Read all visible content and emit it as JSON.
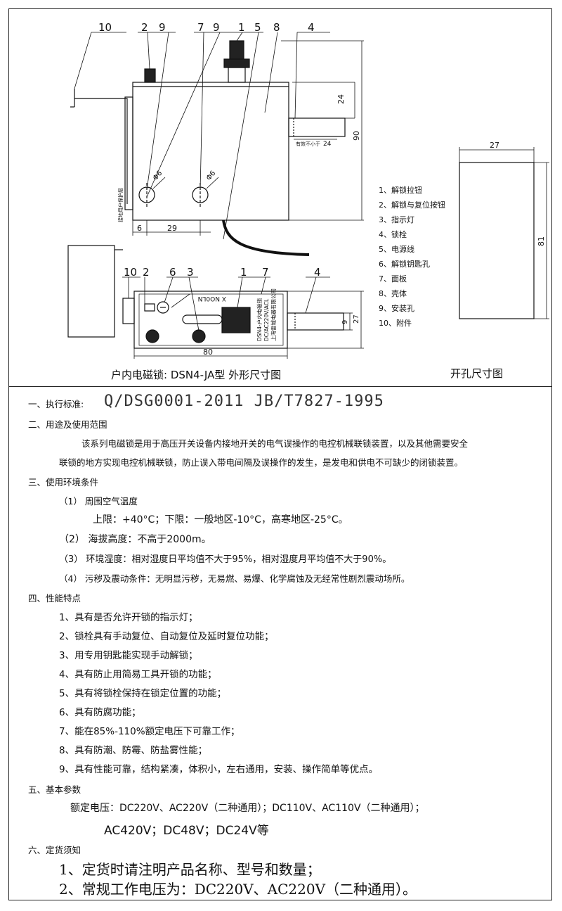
{
  "drawing": {
    "callouts_top": [
      "10",
      "2",
      "9",
      "7",
      "9",
      "1",
      "5",
      "8",
      "4"
    ],
    "callouts_front": [
      "10",
      "2",
      "6",
      "3",
      "1",
      "7",
      "4"
    ],
    "dims": {
      "d24": "24",
      "d90": "90",
      "d6a": "Φ6",
      "d6b": "Φ6",
      "d6": "6",
      "d29": "29",
      "d80": "80",
      "d9": "9",
      "d27r": "27",
      "cut_w": "27",
      "cut_h": "81"
    },
    "side_note": "有效不小于",
    "side_label": "接地用户保护层",
    "lid_text": "X NO0LN",
    "plate_text": [
      "DSN4-户内电磁锁",
      "DC/AC220V/ACL",
      "上海雷城电器有限公司"
    ],
    "legend": [
      "1、解锁拉钮",
      "2、解锁与复位按钮",
      "3、指示灯",
      "4、锁栓",
      "5、电源线",
      "6、解锁钥匙孔",
      "7、面板",
      "8、壳体",
      "9、安装孔",
      "10、附件"
    ],
    "caption_left": "户内电磁锁:  DSN4-JA型 外形尺寸图",
    "caption_right": "开孔尺寸图"
  },
  "spec": {
    "s1_label": "一、执行标准:",
    "s1_codes": "Q/DSG0001-2011   JB/T7827-1995",
    "s2_title": "二、用途及使用范围",
    "s2_line1": "该系列电磁锁是用于高压开关设备内接地开关的电气误操作的电控机械联锁装置，以及其他需要安全",
    "s2_line2": "联锁的地方实现电控机械联锁，防止误入带电间隔及误操作的发生，是发电和供电不可缺少的闭锁装置。",
    "s3_title": "三、使用环境条件",
    "c1_label": "（1）   周围空气温度",
    "c1_detail": "上限：+40°C；下限：一般地区-10°C，高寒地区-25°C。",
    "c2": "（2）   海拔高度：不高于2000m。",
    "c3": "（3）   环境湿度：相对湿度日平均值不大于95%，相对湿度月平均值不大于90%。",
    "c4": "（4）   污秽及震动条件：无明显污秽，无易燃、易爆、化学腐蚀及无经常性剧烈震动场所。",
    "s4_title": "四、性能特点",
    "features": [
      "1、具有是否允许开锁的指示灯；",
      "2、锁栓具有手动复位、自动复位及延时复位功能；",
      "3、用专用钥匙能实现手动解锁；",
      "4、具有防止用简易工具开锁的功能；",
      "5、具有将锁栓保持在锁定位置的功能；",
      "6、具有防腐功能；",
      "7、能在85%-110%额定电压下可靠工作；",
      "8、具有防潮、防霉、防盐雾性能；",
      "9、具有性能可靠，结构紧凑，体积小，左右通用，安装、操作简单等优点。"
    ],
    "s5_title": "五、基本参数",
    "v_line1": "额定电压：DC220V、AC220V（二种通用）；DC110V、AC110V（二种通用）；",
    "v_line2": "AC420V；DC48V；DC24V等",
    "s6_title": "六、定货须知",
    "n1": "1、定货时请注明产品名称、型号和数量；",
    "n2": "2、常规工作电压为：DC220V、AC220V（二种通用）。"
  }
}
